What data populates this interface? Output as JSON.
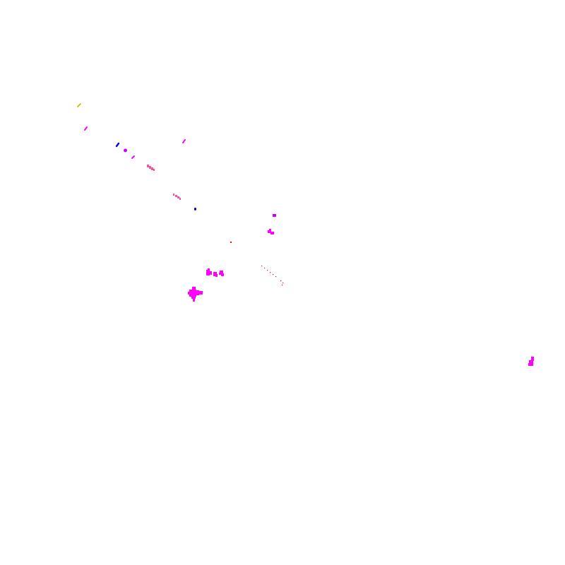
{
  "canvas": {
    "background": "#ffffff"
  },
  "palette": {
    "magenta": "#ff00ff",
    "violet": "#cc00ff",
    "blue": "#0000ff",
    "navy": "#000088",
    "olive": "#c8b400",
    "pink": "#ff4fa0",
    "red": "#ff0000",
    "crimson": "#d40060"
  },
  "specks": [
    {
      "name": "olive-dash",
      "color": "olive"
    },
    {
      "name": "magenta-dash-1",
      "color": "magenta"
    },
    {
      "name": "blue-dash",
      "color": "blue"
    },
    {
      "name": "violet-blob-1",
      "color": "violet"
    },
    {
      "name": "magenta-dash-2",
      "color": "magenta"
    },
    {
      "name": "magenta-dash-3",
      "color": "magenta"
    },
    {
      "name": "pink-cluster-1",
      "color": "pink"
    },
    {
      "name": "pink-cluster-2",
      "color": "pink"
    },
    {
      "name": "navy-dot",
      "color": "navy"
    },
    {
      "name": "violet-blob-2",
      "color": "violet"
    },
    {
      "name": "magenta-blob-1",
      "color": "magenta"
    },
    {
      "name": "red-dot",
      "color": "red"
    },
    {
      "name": "crimson-dotted-line",
      "color": "crimson"
    },
    {
      "name": "magenta-cluster-1",
      "color": "magenta"
    },
    {
      "name": "magenta-cluster-2",
      "color": "magenta"
    },
    {
      "name": "magenta-blob-right",
      "color": "magenta"
    }
  ]
}
